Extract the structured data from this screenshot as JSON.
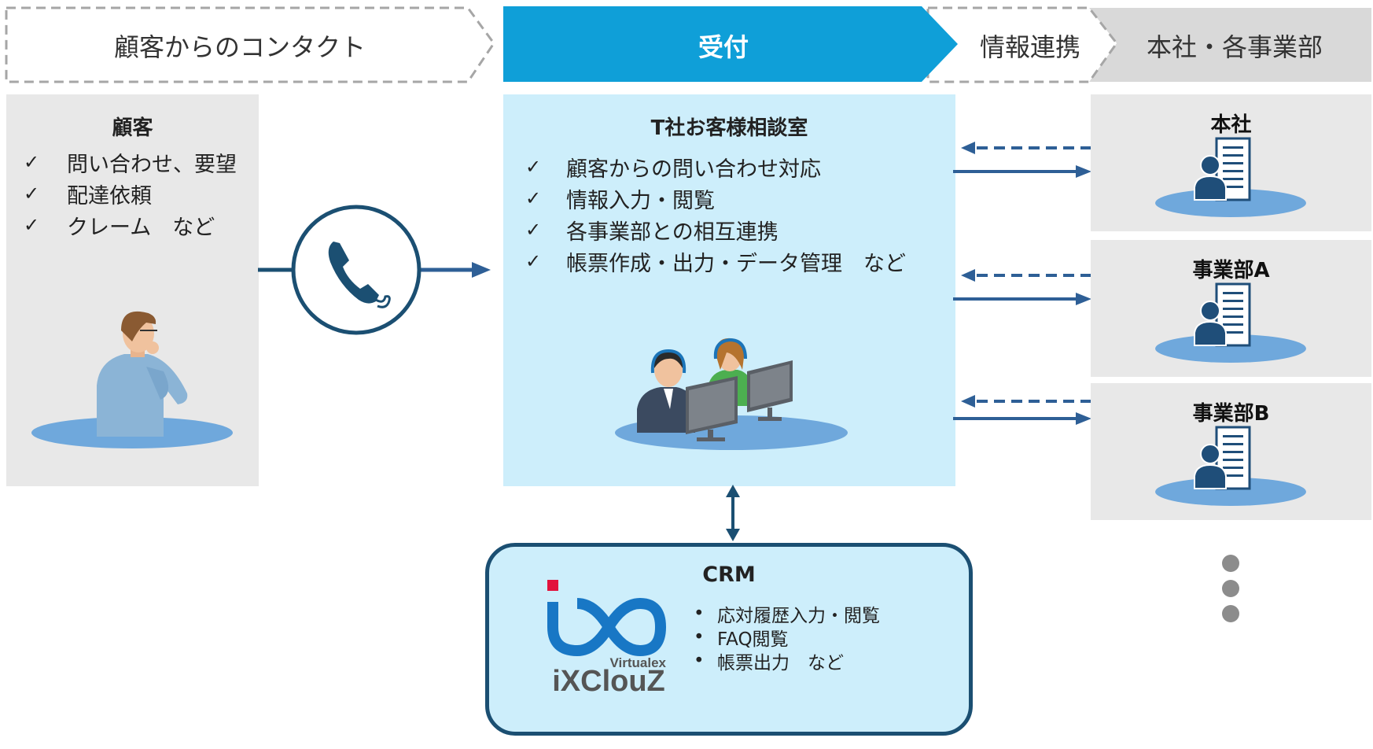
{
  "header": {
    "contact": "顧客からのコンタクト",
    "reception": "受付",
    "info_link": "情報連携",
    "hq_depts": "本社・各事業部"
  },
  "customer": {
    "title": "顧客",
    "items": [
      "問い合わせ、要望",
      "配達依頼",
      "クレーム　など"
    ]
  },
  "reception": {
    "title": "T社お客様相談室",
    "items": [
      "顧客からの問い合わせ対応",
      "情報入力・閲覧",
      "各事業部との相互連携",
      "帳票作成・出力・データ管理　など"
    ]
  },
  "departments": [
    "本社",
    "事業部A",
    "事業部B"
  ],
  "crm": {
    "title": "CRM",
    "items": [
      "応対履歴入力・閲覧",
      "FAQ閲覧",
      "帳票出力　など"
    ],
    "logo_brand": "Virtualex",
    "logo_product": "iXClouZ"
  },
  "marks": {
    "check": "✓",
    "bullet": "•"
  },
  "colors": {
    "accent_blue": "#0f9fd8",
    "panel_gray": "#e8e8e8",
    "panel_light_blue": "#cdeefb",
    "dark_navy": "#1b4f72",
    "arrow_blue": "#2e5f96",
    "ellipse_blue": "#6fa8dc",
    "logo_red": "#e2123c",
    "logo_blue": "#1877c5"
  },
  "icons": [
    "phone-icon",
    "customer-person-icon",
    "operators-icon",
    "building-person-icon",
    "more-dots-icon",
    "ixclouz-logo"
  ]
}
